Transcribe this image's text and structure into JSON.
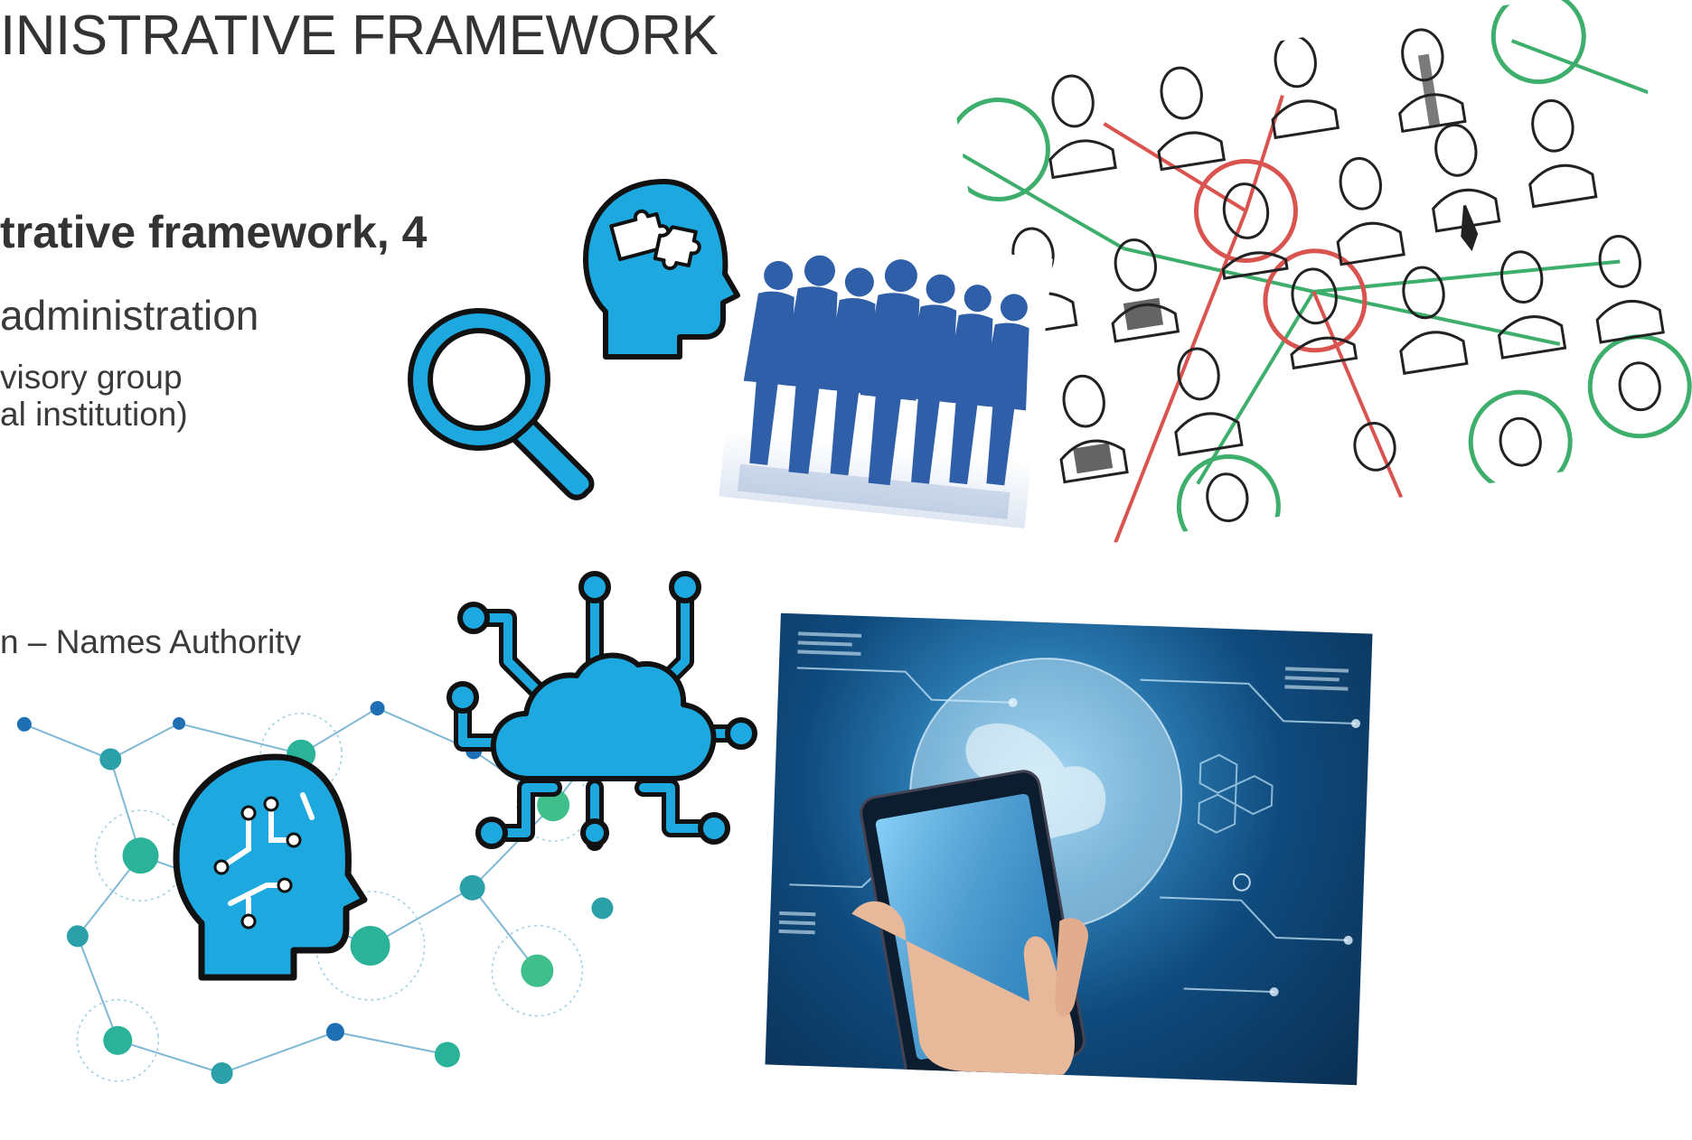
{
  "slide": {
    "title": "INISTRATIVE FRAMEWORK",
    "section_heading": "trative framework, 4",
    "bullet_1": "administration",
    "bullet_2_line_1": "visory group",
    "bullet_2_line_2": "al institution)",
    "bullet_3": "n – Names Authority"
  },
  "icons": [
    "puzzle-head-icon",
    "magnifying-glass-icon",
    "cloud-network-icon",
    "circuit-head-icon"
  ],
  "colors": {
    "icon_fill": "#1DA9E0",
    "icon_outline": "#111111",
    "text": "#333333",
    "network_green": "#3DAE6B",
    "network_red": "#D9534F",
    "silhouette_blue": "#2E5FA8",
    "tech_blue": "#0E3A66"
  }
}
